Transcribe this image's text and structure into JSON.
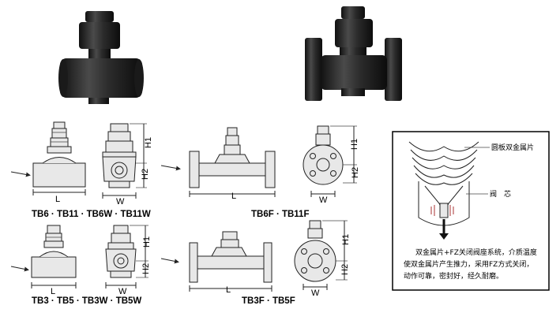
{
  "captions": {
    "tb6": "TB6 · TB11 · TB6W · TB11W",
    "tb6f": "TB6F · TB11F",
    "tb3": "TB3 · TB5 · TB3W · TB5W",
    "tb3f": "TB3F · TB5F"
  },
  "dims": {
    "h1": "H1",
    "h2": "H2",
    "l": "L",
    "w": "W"
  },
  "inset": {
    "label_disc": "圆板双金属片",
    "label_valve": "阀　芯",
    "text_line1": "双金属片+FZ关闭阀座系统，介质温度",
    "text_line2": "使双金属片产生推力，采用FZ方式关闭，",
    "text_line3": "动作可靠，密封好，经久耐磨。"
  }
}
